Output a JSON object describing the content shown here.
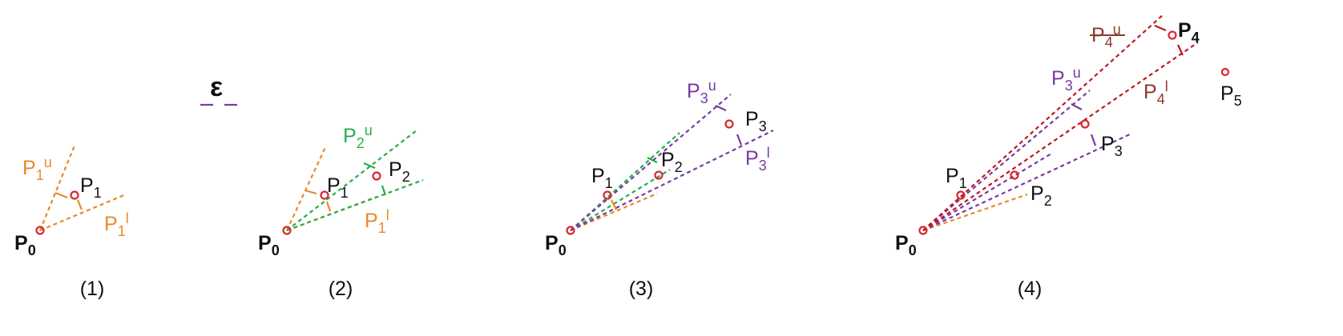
{
  "colors": {
    "black": "#111111",
    "orange": "#e88a2a",
    "green": "#27ae4a",
    "purple": "#7a3aa0",
    "red": "#c0181e",
    "brown": "#8b3a2a",
    "point": "#d7282f"
  },
  "epsilon": {
    "symbol": "ε"
  },
  "panels": [
    {
      "caption": "(1)"
    },
    {
      "caption": "(2)"
    },
    {
      "caption": "(3)"
    },
    {
      "caption": "(4)"
    }
  ],
  "labels": {
    "P0": {
      "base": "P",
      "sub": "0"
    },
    "P1": {
      "base": "P",
      "sub": "1"
    },
    "P2": {
      "base": "P",
      "sub": "2"
    },
    "P3": {
      "base": "P",
      "sub": "3"
    },
    "P4": {
      "base": "P",
      "sub": "4"
    },
    "P5": {
      "base": "P",
      "sub": "5"
    },
    "P1u": {
      "base": "P",
      "sub": "1",
      "sup": "u"
    },
    "P1l": {
      "base": "P",
      "sub": "1",
      "sup": "l"
    },
    "P2u": {
      "base": "P",
      "sub": "2",
      "sup": "u"
    },
    "P3u": {
      "base": "P",
      "sub": "3",
      "sup": "u"
    },
    "P3l": {
      "base": "P",
      "sub": "3",
      "sup": "l"
    },
    "P4u": {
      "base": "P",
      "sub": "4",
      "sup": "u"
    },
    "P4l": {
      "base": "P",
      "sub": "4",
      "sup": "l"
    }
  }
}
